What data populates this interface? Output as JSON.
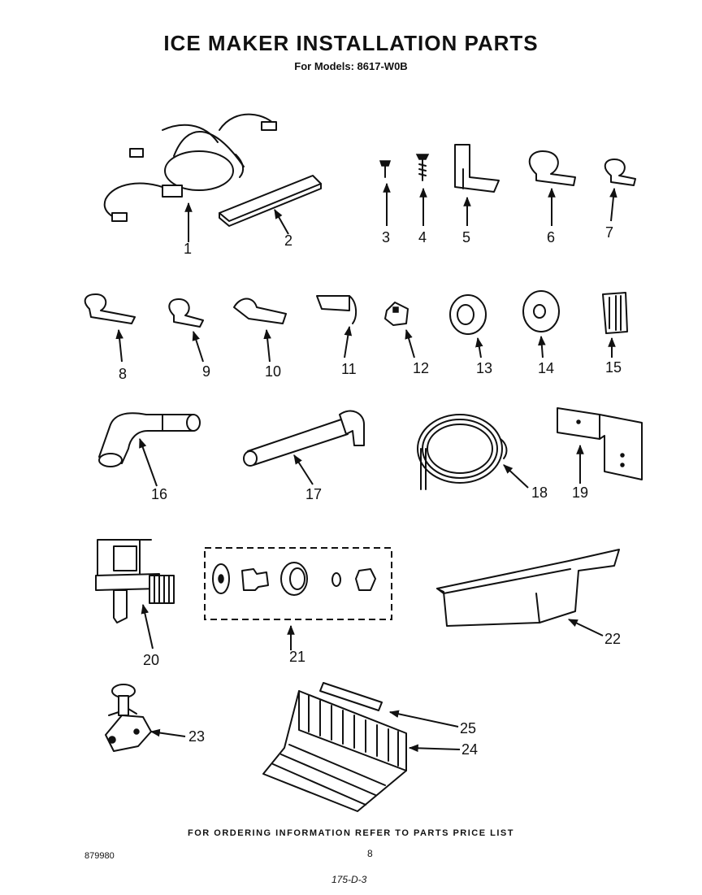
{
  "title": "ICE MAKER INSTALLATION PARTS",
  "subtitle": "For Models: 8617-W0B",
  "footer_note": "FOR ORDERING INFORMATION REFER TO PARTS PRICE LIST",
  "doc_number": "879980",
  "page_number": "8",
  "handwritten_note": "175-D-3",
  "callouts": [
    "1",
    "2",
    "3",
    "4",
    "5",
    "6",
    "7",
    "8",
    "9",
    "10",
    "11",
    "12",
    "13",
    "14",
    "15",
    "16",
    "17",
    "18",
    "19",
    "20",
    "21",
    "22",
    "23",
    "24",
    "25"
  ]
}
